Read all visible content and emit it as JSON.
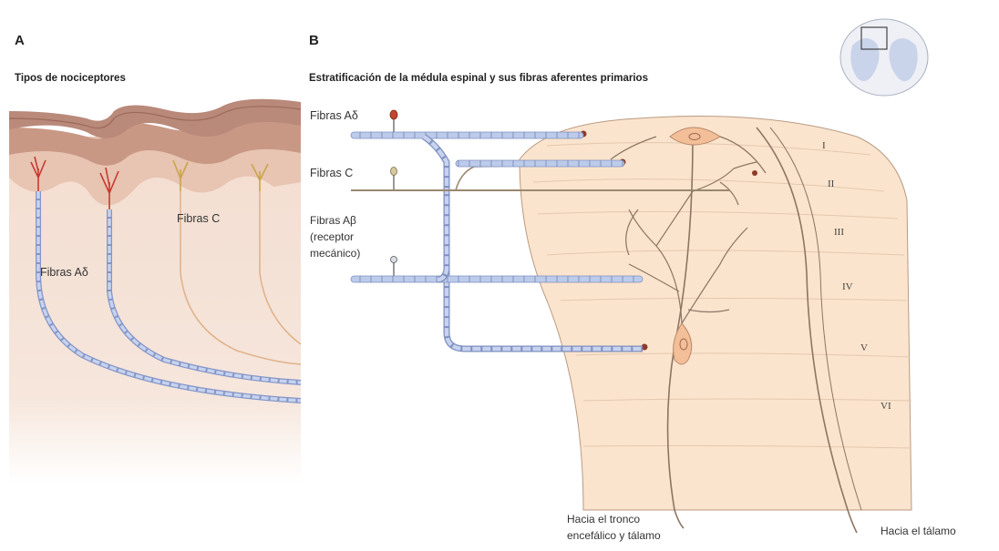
{
  "panel_a": {
    "letter": "A",
    "title": "Tipos de nociceptores",
    "label_adelta": "Fibras Aδ",
    "label_c": "Fibras C"
  },
  "panel_b": {
    "letter": "B",
    "title": "Estratificación de la médula espinal y sus fibras aferentes primarios",
    "label_adelta": "Fibras Aδ",
    "label_c": "Fibras C",
    "label_abeta_1": "Fibras Aβ",
    "label_abeta_2": "(receptor",
    "label_abeta_3": "mecánico)",
    "laminae": [
      "I",
      "II",
      "III",
      "IV",
      "V",
      "VI"
    ],
    "bottom_left_1": "Hacia el tronco",
    "bottom_left_2": "encefálico y tálamo",
    "bottom_right": "Hacia el tálamo"
  },
  "colors": {
    "skin_dark": "#b88670",
    "skin_mid": "#d9ae9a",
    "dermis": "#efd6c8",
    "tissue": "#f6e4d8",
    "cord": "#fbe4cd",
    "myelin": "#b9c6e6",
    "fiber_c": "#e0b48c",
    "free_ending": "#c73b2f",
    "grey_matter": "#cfd8e8"
  }
}
